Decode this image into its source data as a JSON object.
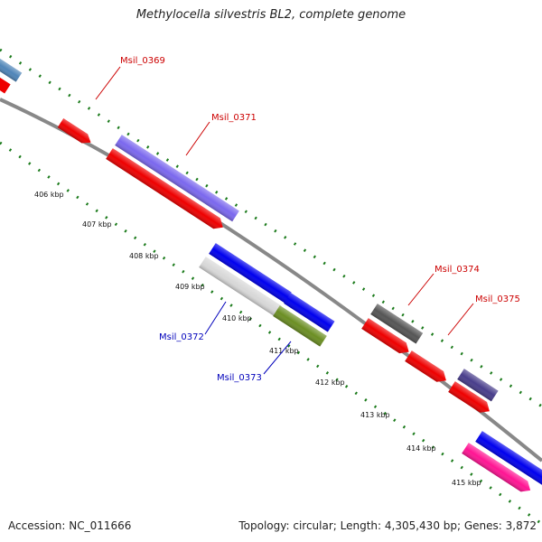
{
  "title": "Methylocella silvestris BL2, complete genome",
  "accession": "Accession: NC_011666",
  "summary": "Topology: circular; Length: 4,305,430 bp; Genes: 3,872",
  "colors": {
    "backbone": "#888888",
    "tick": "#1a7a1a",
    "label_red": "#cc0000",
    "label_blue": "#0000bb"
  },
  "kbp_labels": [
    "406 kbp",
    "407 kbp",
    "408 kbp",
    "409 kbp",
    "410 kbp",
    "411 kbp",
    "412 kbp",
    "413 kbp",
    "414 kbp",
    "415 kbp"
  ],
  "genes": [
    {
      "label": "Msil_0369",
      "color": "#cc0000"
    },
    {
      "label": "Msil_0371",
      "color": "#cc0000"
    },
    {
      "label": "Msil_0372",
      "color": "#0000bb"
    },
    {
      "label": "Msil_0373",
      "color": "#0000bb"
    },
    {
      "label": "Msil_0374",
      "color": "#cc0000"
    },
    {
      "label": "Msil_0375",
      "color": "#cc0000"
    }
  ]
}
